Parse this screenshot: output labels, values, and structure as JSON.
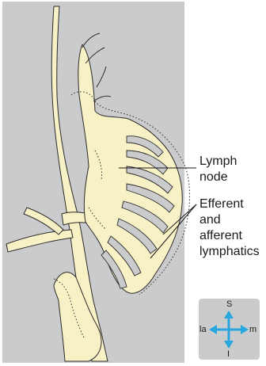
{
  "labels": {
    "lymph_node_line1": "Lymph",
    "lymph_node_line2": "node",
    "lymphatics_line1": "Efferent",
    "lymphatics_line2": "and",
    "lymphatics_line3": "afferent",
    "lymphatics_line4": "lymphatics"
  },
  "compass": {
    "superior": "S",
    "inferior": "I",
    "lateral": "la",
    "medial": "m",
    "arrow_color": "#2aa7df"
  },
  "colors": {
    "panel_background": "#c9cbcd",
    "tissue_fill": "#f9f1c6",
    "outline": "#2b2b2b"
  }
}
